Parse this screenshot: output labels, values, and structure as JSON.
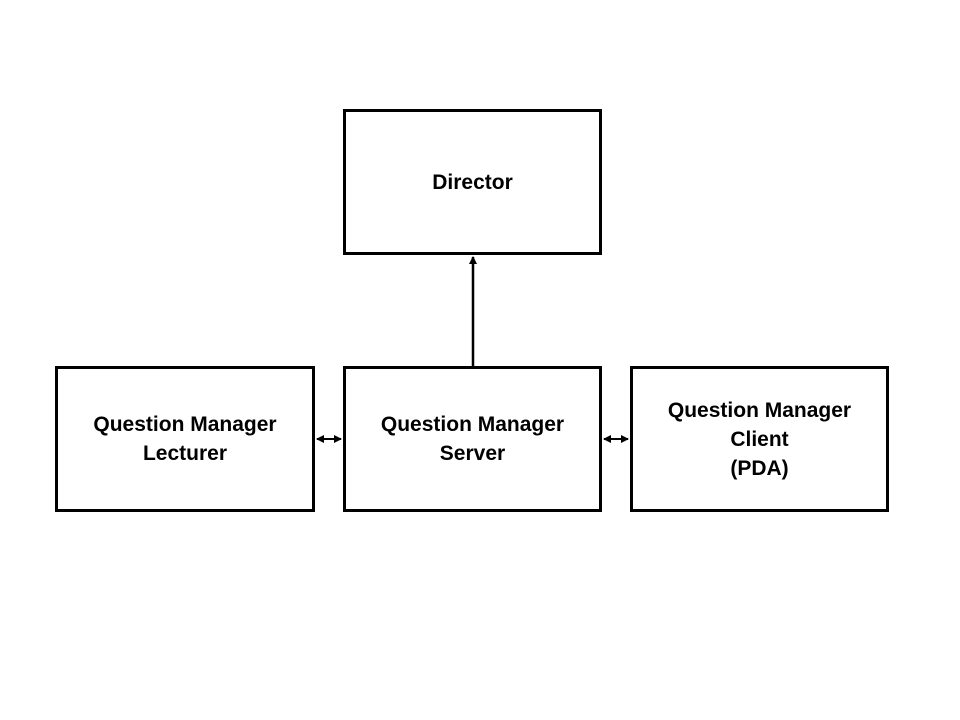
{
  "diagram": {
    "nodes": {
      "director": {
        "label": "Director"
      },
      "lecturer": {
        "label": "Question Manager\nLecturer"
      },
      "server": {
        "label": "Question Manager\nServer"
      },
      "client": {
        "label": "Question Manager\nClient\n(PDA)"
      }
    },
    "edges": [
      {
        "from": "server",
        "to": "director",
        "direction": "one-way"
      },
      {
        "from": "lecturer",
        "to": "server",
        "direction": "two-way"
      },
      {
        "from": "server",
        "to": "client",
        "direction": "two-way"
      }
    ],
    "colors": {
      "background": "#ffffff",
      "stroke": "#000000",
      "text": "#000000"
    }
  }
}
